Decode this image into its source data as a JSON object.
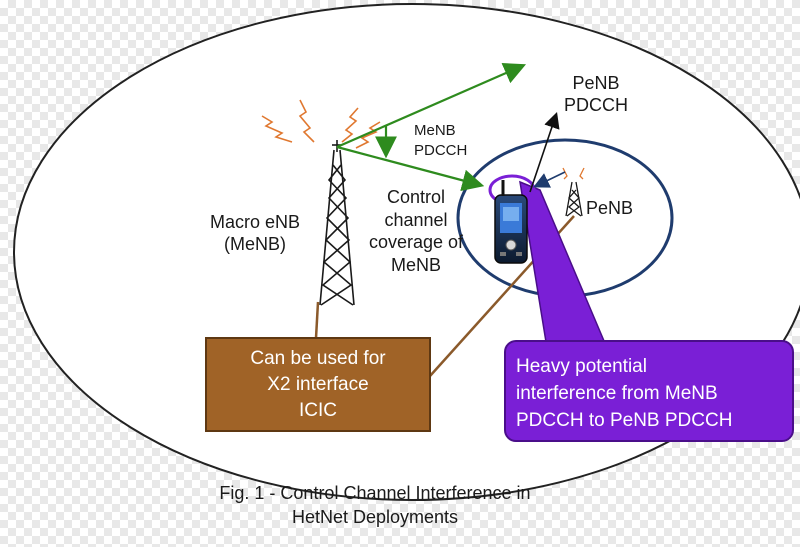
{
  "labels": {
    "macro_enb": [
      "Macro eNB",
      "(MeNB)"
    ],
    "menb_pdcch": [
      "MeNB",
      "PDCCH"
    ],
    "penb_pdcch": [
      "PeNB",
      "PDCCH"
    ],
    "control_coverage": [
      "Control",
      "channel",
      "coverage of",
      "MeNB"
    ],
    "penb": "PeNB"
  },
  "x2_box": [
    "Can be used for",
    "X2 interface",
    "ICIC"
  ],
  "interference_box": [
    "Heavy potential",
    "interference from MeNB",
    "PDCCH to PeNB PDCCH"
  ],
  "caption": [
    "Fig. 1 - Control Channel Interference in",
    "HetNet Deployments"
  ],
  "colors": {
    "arrow_green": "#2e8b1e",
    "brown": "#a06327",
    "purple": "#7a1fd6",
    "small_cell_ring": "#1f3c6e",
    "signal_wave": "#e07830"
  }
}
